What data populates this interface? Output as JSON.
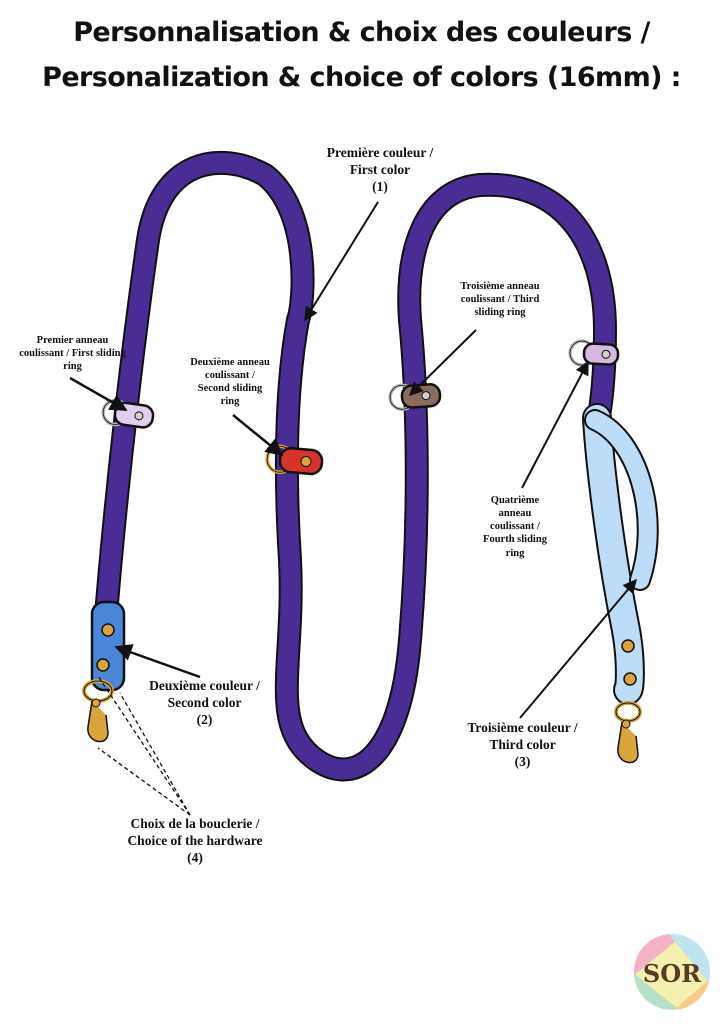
{
  "title": {
    "line1": "Personnalisation & choix des couleurs /",
    "line2": "Personalization & choice of colors (16mm) :"
  },
  "labels": {
    "first_color": [
      "Première couleur /",
      "First color",
      "(1)"
    ],
    "second_color": [
      "Deuxième couleur /",
      "Second color",
      "(2)"
    ],
    "third_color": [
      "Troisième couleur /",
      "Third color",
      "(3)"
    ],
    "hardware": [
      "Choix de la bouclerie /",
      "Choice of the hardware",
      "(4)"
    ],
    "ring1": [
      "Premier anneau",
      "coulissant / First sliding",
      "ring"
    ],
    "ring2": [
      "Deuxième anneau",
      "coulissant /",
      "Second sliding",
      "ring"
    ],
    "ring3": [
      "Troisième anneau",
      "coulissant / Third",
      "sliding ring"
    ],
    "ring4": [
      "Quatrième",
      "anneau",
      "coulissant /",
      "Fourth sliding",
      "ring"
    ]
  },
  "logo": {
    "text": "SOR"
  },
  "colors": {
    "strap_purple": "#4a2d94",
    "second_blue": "#4a86d8",
    "third_light_blue": "#bcdcf7",
    "ring_lilac": "#e1cff0",
    "ring_red": "#d6332a",
    "ring_brown": "#8b6b5e",
    "ring_pink": "#d8b8e0",
    "hardware_gold": "#d9a53a",
    "silver": "#b8b8b8"
  },
  "icons": [
    "snap-hook-icon",
    "sliding-ring-icon",
    "rivet-icon",
    "logo-icon"
  ]
}
